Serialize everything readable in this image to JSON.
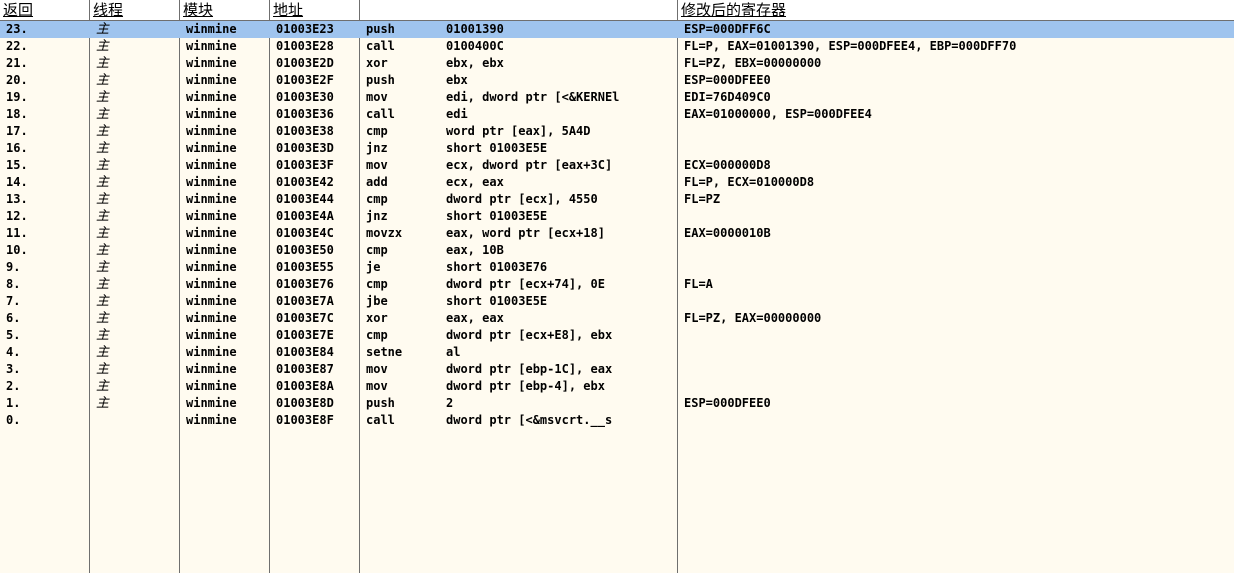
{
  "columns": {
    "ret": "返回",
    "thread": "线程",
    "module": "模块",
    "address": "地址",
    "instruction": "",
    "registers": "修改后的寄存器"
  },
  "rows": [
    {
      "ret": "23.",
      "thread": "主",
      "module": "winmine",
      "address": "01003E23",
      "mnemonic": "push",
      "operand": "01001390",
      "registers": "ESP=000DFF6C",
      "selected": true
    },
    {
      "ret": "22.",
      "thread": "主",
      "module": "winmine",
      "address": "01003E28",
      "mnemonic": "call",
      "operand": "0100400C",
      "registers": "FL=P, EAX=01001390, ESP=000DFEE4, EBP=000DFF70"
    },
    {
      "ret": "21.",
      "thread": "主",
      "module": "winmine",
      "address": "01003E2D",
      "mnemonic": "xor",
      "operand": "ebx, ebx",
      "registers": "FL=PZ, EBX=00000000"
    },
    {
      "ret": "20.",
      "thread": "主",
      "module": "winmine",
      "address": "01003E2F",
      "mnemonic": "push",
      "operand": "ebx",
      "registers": "ESP=000DFEE0"
    },
    {
      "ret": "19.",
      "thread": "主",
      "module": "winmine",
      "address": "01003E30",
      "mnemonic": "mov",
      "operand": "edi, dword ptr [<&KERNEl",
      "registers": "EDI=76D409C0"
    },
    {
      "ret": "18.",
      "thread": "主",
      "module": "winmine",
      "address": "01003E36",
      "mnemonic": "call",
      "operand": "edi",
      "registers": "EAX=01000000, ESP=000DFEE4"
    },
    {
      "ret": "17.",
      "thread": "主",
      "module": "winmine",
      "address": "01003E38",
      "mnemonic": "cmp",
      "operand": "word ptr [eax], 5A4D",
      "registers": ""
    },
    {
      "ret": "16.",
      "thread": "主",
      "module": "winmine",
      "address": "01003E3D",
      "mnemonic": "jnz",
      "operand": "short 01003E5E",
      "registers": ""
    },
    {
      "ret": "15.",
      "thread": "主",
      "module": "winmine",
      "address": "01003E3F",
      "mnemonic": "mov",
      "operand": "ecx, dword ptr [eax+3C]",
      "registers": "ECX=000000D8"
    },
    {
      "ret": "14.",
      "thread": "主",
      "module": "winmine",
      "address": "01003E42",
      "mnemonic": "add",
      "operand": "ecx, eax",
      "registers": "FL=P, ECX=010000D8"
    },
    {
      "ret": "13.",
      "thread": "主",
      "module": "winmine",
      "address": "01003E44",
      "mnemonic": "cmp",
      "operand": "dword ptr [ecx], 4550",
      "registers": "FL=PZ"
    },
    {
      "ret": "12.",
      "thread": "主",
      "module": "winmine",
      "address": "01003E4A",
      "mnemonic": "jnz",
      "operand": "short 01003E5E",
      "registers": ""
    },
    {
      "ret": "11.",
      "thread": "主",
      "module": "winmine",
      "address": "01003E4C",
      "mnemonic": "movzx",
      "operand": "eax, word ptr [ecx+18]",
      "registers": "EAX=0000010B"
    },
    {
      "ret": "10.",
      "thread": "主",
      "module": "winmine",
      "address": "01003E50",
      "mnemonic": "cmp",
      "operand": "eax, 10B",
      "registers": ""
    },
    {
      "ret": "9.",
      "thread": "主",
      "module": "winmine",
      "address": "01003E55",
      "mnemonic": "je",
      "operand": "short 01003E76",
      "registers": ""
    },
    {
      "ret": "8.",
      "thread": "主",
      "module": "winmine",
      "address": "01003E76",
      "mnemonic": "cmp",
      "operand": "dword ptr [ecx+74], 0E",
      "registers": "FL=A"
    },
    {
      "ret": "7.",
      "thread": "主",
      "module": "winmine",
      "address": "01003E7A",
      "mnemonic": "jbe",
      "operand": "short 01003E5E",
      "registers": ""
    },
    {
      "ret": "6.",
      "thread": "主",
      "module": "winmine",
      "address": "01003E7C",
      "mnemonic": "xor",
      "operand": "eax, eax",
      "registers": "FL=PZ, EAX=00000000"
    },
    {
      "ret": "5.",
      "thread": "主",
      "module": "winmine",
      "address": "01003E7E",
      "mnemonic": "cmp",
      "operand": "dword ptr [ecx+E8], ebx",
      "registers": ""
    },
    {
      "ret": "4.",
      "thread": "主",
      "module": "winmine",
      "address": "01003E84",
      "mnemonic": "setne",
      "operand": "al",
      "registers": ""
    },
    {
      "ret": "3.",
      "thread": "主",
      "module": "winmine",
      "address": "01003E87",
      "mnemonic": "mov",
      "operand": "dword ptr [ebp-1C], eax",
      "registers": ""
    },
    {
      "ret": "2.",
      "thread": "主",
      "module": "winmine",
      "address": "01003E8A",
      "mnemonic": "mov",
      "operand": "dword ptr [ebp-4], ebx",
      "registers": ""
    },
    {
      "ret": "1.",
      "thread": "主",
      "module": "winmine",
      "address": "01003E8D",
      "mnemonic": "push",
      "operand": "2",
      "registers": "ESP=000DFEE0"
    },
    {
      "ret": "0.",
      "thread": "",
      "module": "winmine",
      "address": "01003E8F",
      "mnemonic": "call",
      "operand": "dword ptr [<&msvcrt.__s",
      "registers": ""
    }
  ],
  "colors": {
    "background": "#fffbf0",
    "selection": "#9fc4ee",
    "grid": "#6f6f6f"
  }
}
